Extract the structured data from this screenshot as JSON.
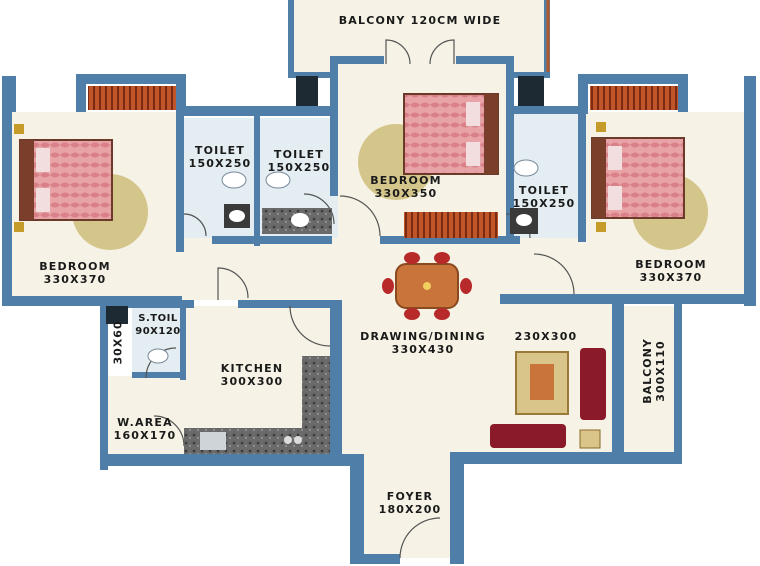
{
  "plan": {
    "wall_color": "#4f7fa8",
    "floor_color": "#f6f3e6",
    "wet_area_color": "#e4edf2",
    "rooms": [
      {
        "id": "balcony-top",
        "name": "BALCONY 120CM WIDE",
        "size": ""
      },
      {
        "id": "bedroom-left",
        "name": "BEDROOM",
        "size": "330X370"
      },
      {
        "id": "toilet-1",
        "name": "TOILET",
        "size": "150X250"
      },
      {
        "id": "toilet-2",
        "name": "TOILET",
        "size": "150X250"
      },
      {
        "id": "bedroom-center",
        "name": "BEDROOM",
        "size": "330X350"
      },
      {
        "id": "toilet-3",
        "name": "TOILET",
        "size": "150X250"
      },
      {
        "id": "bedroom-right",
        "name": "BEDROOM",
        "size": "330X370"
      },
      {
        "id": "s-toil",
        "name": "S.TOIL",
        "size": "90X120"
      },
      {
        "id": "duct",
        "name": "",
        "size": "30X60"
      },
      {
        "id": "kitchen",
        "name": "KITCHEN",
        "size": "300X300"
      },
      {
        "id": "w-area",
        "name": "W.AREA",
        "size": "160X170"
      },
      {
        "id": "drawing-dining",
        "name": "DRAWING/DINING",
        "size": "330X430"
      },
      {
        "id": "living",
        "name": "",
        "size": "230X300"
      },
      {
        "id": "balcony-right",
        "name": "BALCONY",
        "size": "300X110"
      },
      {
        "id": "foyer",
        "name": "FOYER",
        "size": "180X200"
      }
    ]
  }
}
